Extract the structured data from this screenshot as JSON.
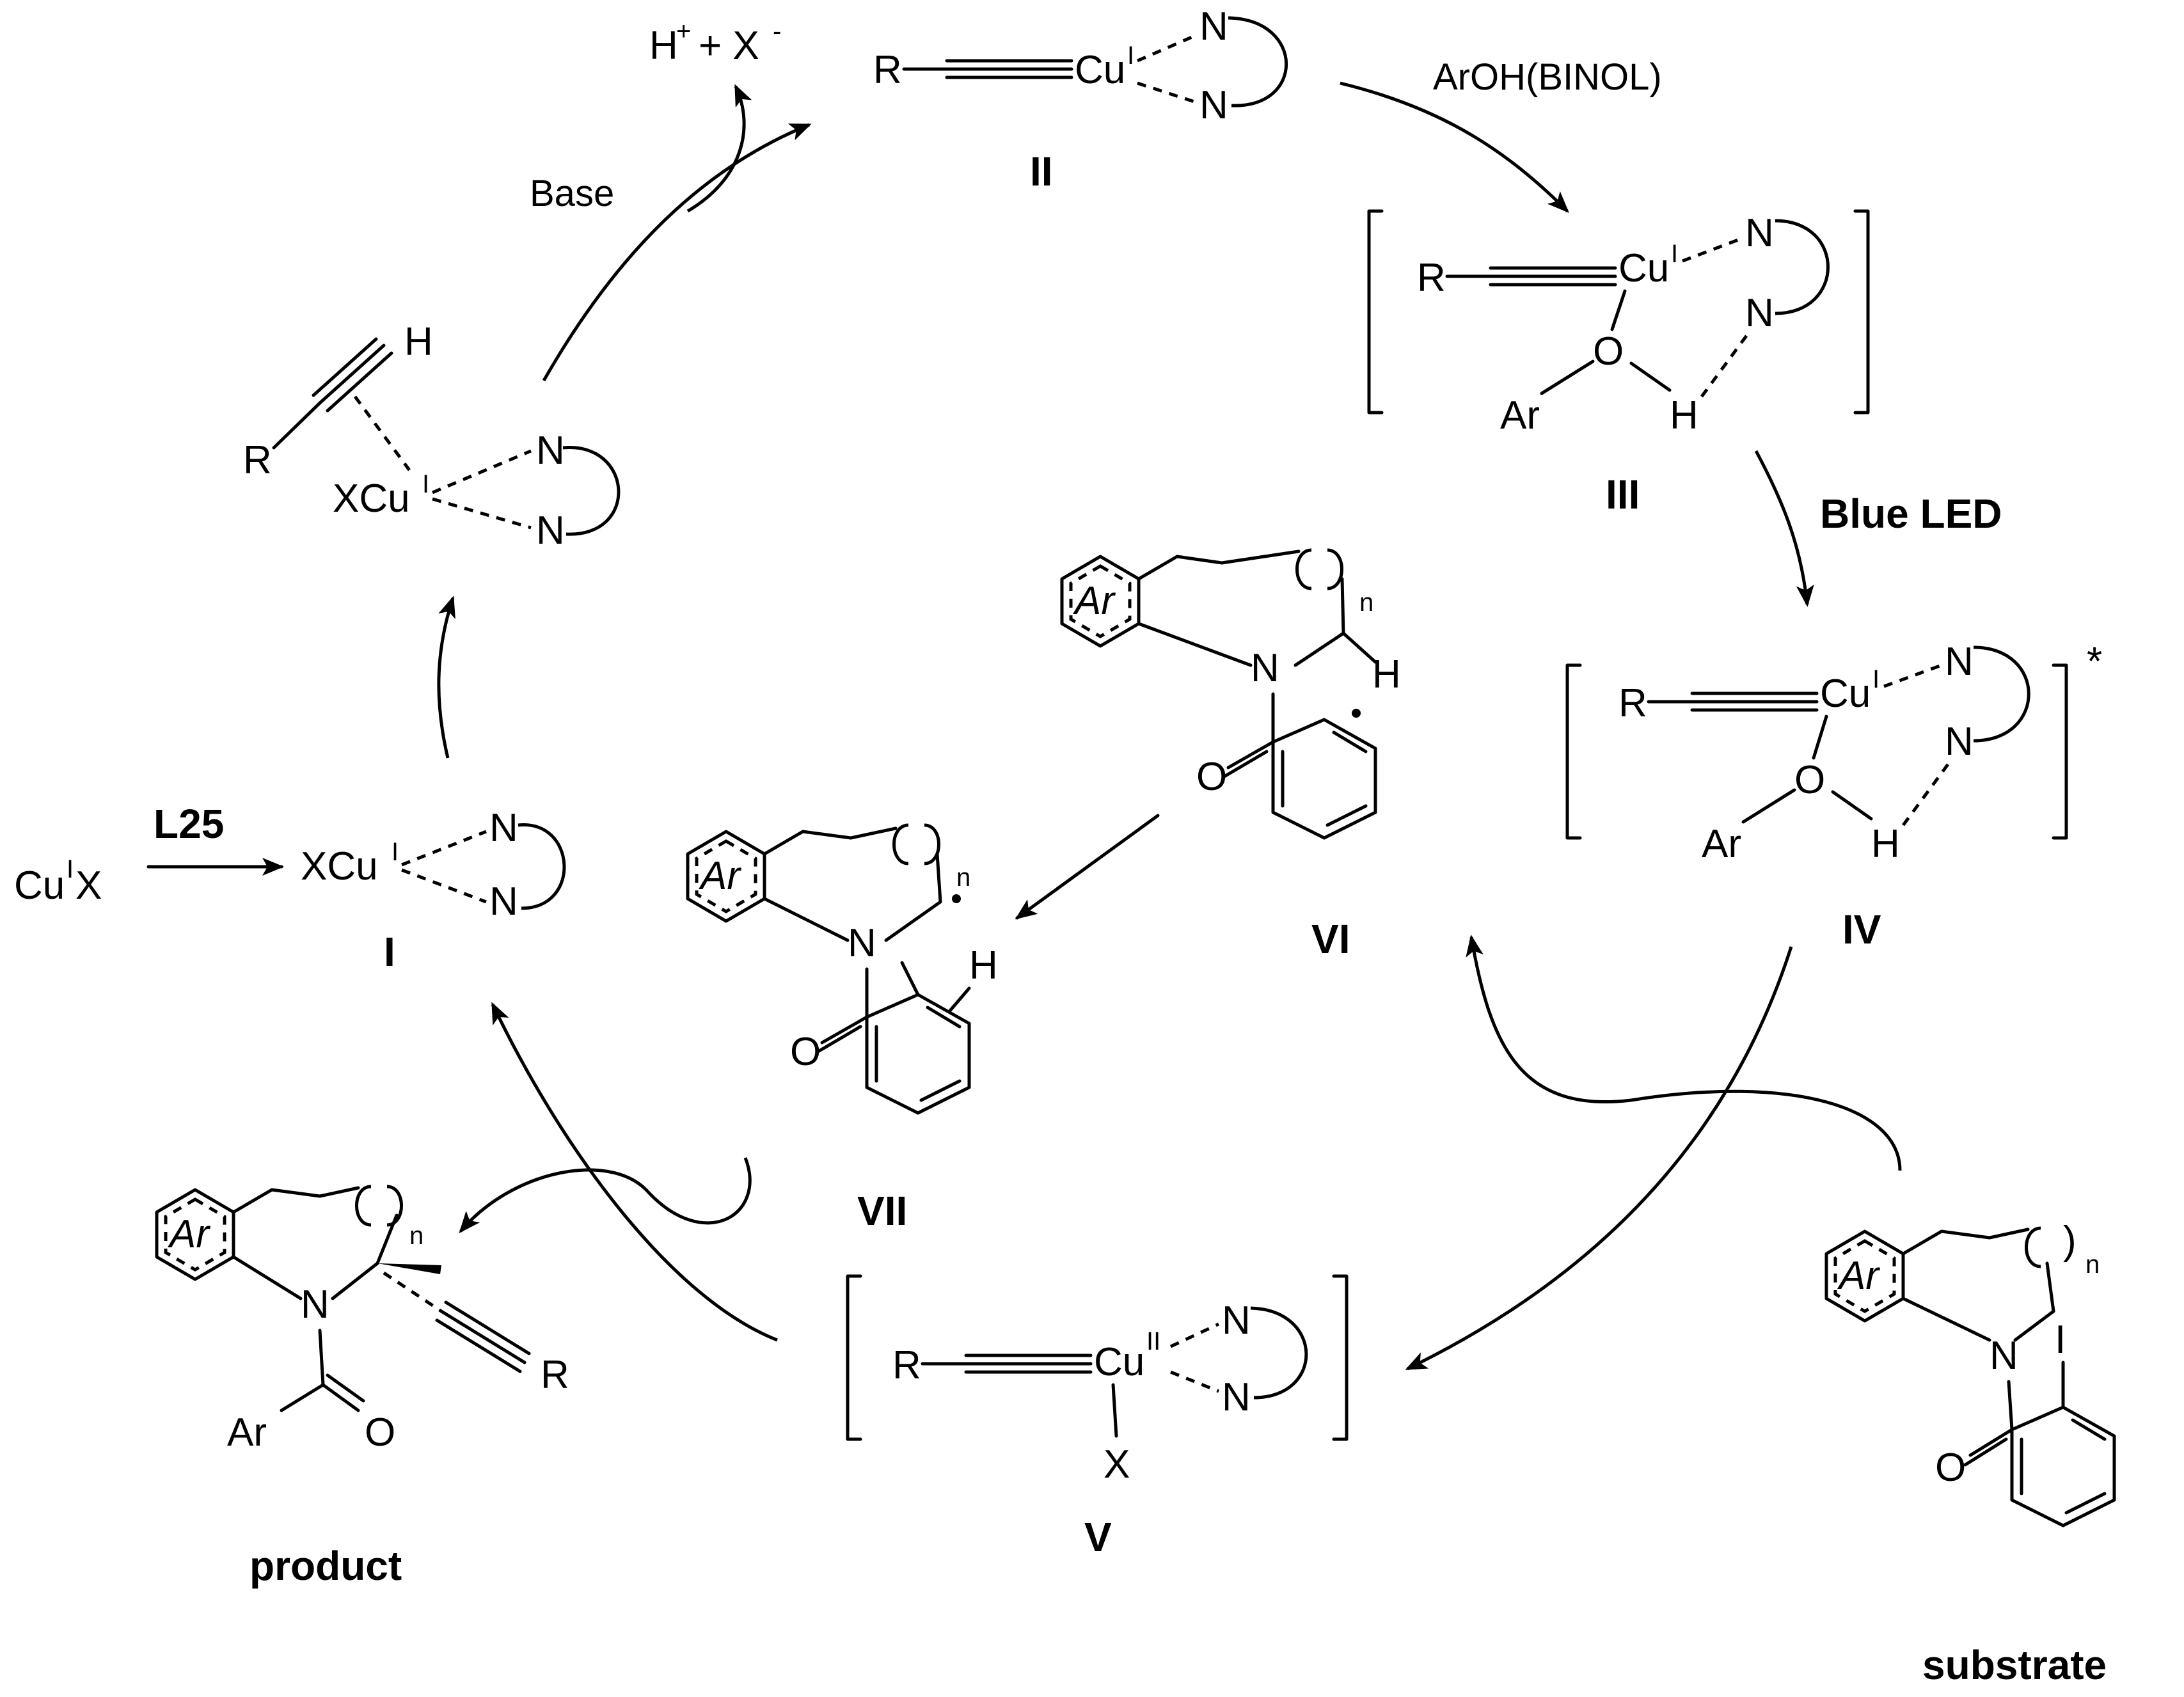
{
  "labels": {
    "base": "Base",
    "h_plus_x": "H⁺ + X⁻",
    "arOH": "ArOH(BINOL)",
    "blue_led": "Blue LED",
    "l25": "L25",
    "cux": "CuᴵX",
    "product": "product",
    "substrate": "substrate",
    "star": "*"
  },
  "compounds": {
    "I": "I",
    "II": "II",
    "III": "III",
    "IV": "IV",
    "V": "V",
    "VI": "VI",
    "VII": "VII"
  },
  "atoms": {
    "R": "R",
    "N": "N",
    "O": "O",
    "H": "H",
    "X": "X",
    "Ar": "Ar",
    "I_atom": "I",
    "Cu": "Cu",
    "XCu": "XCu",
    "ox_I": "I",
    "ox_II": "II",
    "n": "n"
  }
}
